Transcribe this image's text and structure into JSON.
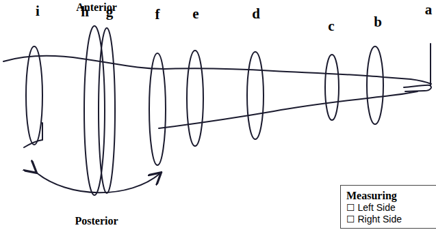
{
  "diagram": {
    "nodes": [
      {
        "text": [
          "Measuring",
          "☐ Left Side",
          "☐ Right Side"
        ]
      }
    ],
    "labels": [
      "Anterior",
      "i",
      "h",
      "g",
      "f",
      "e",
      "d",
      "c",
      "b",
      "a",
      "Posterior"
    ]
  }
}
